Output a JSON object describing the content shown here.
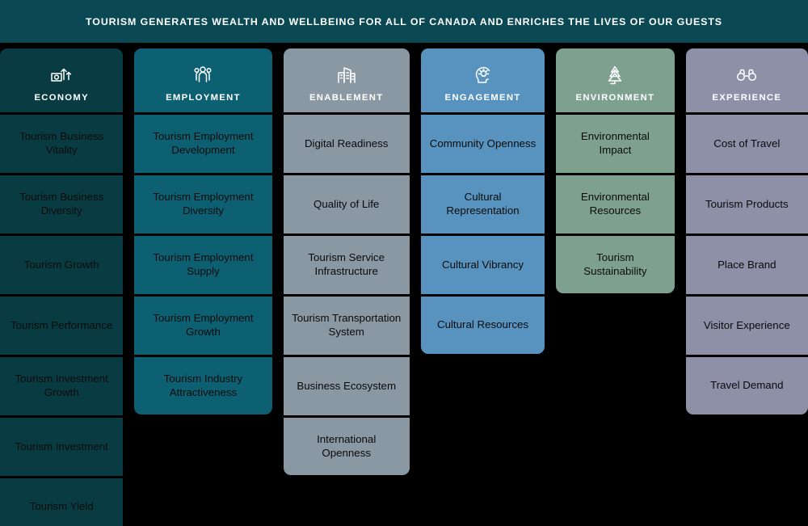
{
  "banner": {
    "text": "TOURISM GENERATES WEALTH AND WELLBEING FOR ALL OF CANADA AND ENRICHES THE LIVES OF OUR GUESTS",
    "background_color": "#0A4953",
    "text_color": "#FFFFFF"
  },
  "page_background": "#000000",
  "columns": [
    {
      "id": "economy",
      "title": "ECONOMY",
      "icon": "money-growth-icon",
      "header_color": "#083B42",
      "cell_color": "#083B42",
      "text_color": "#0B0B0B",
      "cells": [
        {
          "label": "Tourism Business Vitality"
        },
        {
          "label": "Tourism Business Diversity"
        },
        {
          "label": "Tourism Growth"
        },
        {
          "label": "Tourism Performance"
        },
        {
          "label": "Tourism Investment Growth"
        },
        {
          "label": "Tourism Investment"
        },
        {
          "label": "Tourism Yield"
        }
      ]
    },
    {
      "id": "employment",
      "title": "EMPLOYMENT",
      "icon": "people-group-icon",
      "header_color": "#0C6072",
      "cell_color": "#0C6072",
      "text_color": "#0B0B0B",
      "cells": [
        {
          "label": "Tourism Employment Development"
        },
        {
          "label": "Tourism Employment Diversity"
        },
        {
          "label": "Tourism Employment Supply"
        },
        {
          "label": "Tourism Employment Growth"
        },
        {
          "label": "Tourism Industry Attractiveness"
        }
      ]
    },
    {
      "id": "enablement",
      "title": "ENABLEMENT",
      "icon": "buildings-icon",
      "header_color": "#8A98A3",
      "cell_color": "#8A98A3",
      "text_color": "#0B0B0B",
      "cells": [
        {
          "label": "Digital Readiness"
        },
        {
          "label": "Quality of Life"
        },
        {
          "label": "Tourism Service Infrastructure"
        },
        {
          "label": "Tourism Transportation System"
        },
        {
          "label": "Business Ecosystem"
        },
        {
          "label": "International Openness"
        }
      ]
    },
    {
      "id": "engagement",
      "title": "ENGAGEMENT",
      "icon": "head-lightbulb-icon",
      "header_color": "#5793BE",
      "cell_color": "#5793BE",
      "text_color": "#0B0B0B",
      "cells": [
        {
          "label": "Community Openness"
        },
        {
          "label": "Cultural Representation"
        },
        {
          "label": "Cultural Vibrancy"
        },
        {
          "label": "Cultural Resources"
        }
      ]
    },
    {
      "id": "environment",
      "title": "ENVIRONMENT",
      "icon": "pine-tree-icon",
      "header_color": "#7DA08F",
      "cell_color": "#7DA08F",
      "text_color": "#0B0B0B",
      "cells": [
        {
          "label": "Environmental Impact"
        },
        {
          "label": "Environmental Resources"
        },
        {
          "label": "Tourism Sustainability"
        }
      ]
    },
    {
      "id": "experience",
      "title": "EXPERIENCE",
      "icon": "binoculars-icon",
      "header_color": "#8E90A8",
      "cell_color": "#8E90A8",
      "text_color": "#0B0B0B",
      "cells": [
        {
          "label": "Cost of Travel"
        },
        {
          "label": "Tourism Products"
        },
        {
          "label": "Place Brand"
        },
        {
          "label": "Visitor Experience"
        },
        {
          "label": "Travel Demand"
        }
      ]
    }
  ]
}
